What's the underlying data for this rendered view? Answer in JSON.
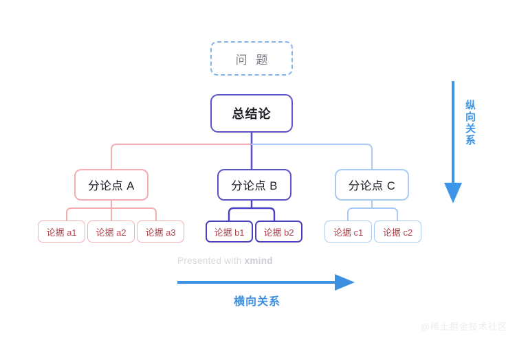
{
  "diagram": {
    "type": "mindmap-pyramid",
    "background": "#ffffff",
    "question": {
      "label": "问 题",
      "style": "dashed",
      "color": "#7FB3F0",
      "text_color": "#7b7f88"
    },
    "root": {
      "label": "总结论",
      "color": "#5B52C8"
    },
    "branches": [
      {
        "id": "a",
        "label": "分论点 A",
        "color": "#F3ACB2",
        "leaves": [
          {
            "label": "论据 a1"
          },
          {
            "label": "论据 a2"
          },
          {
            "label": "论据 a3"
          }
        ]
      },
      {
        "id": "b",
        "label": "分论点 B",
        "color": "#5B52C8",
        "leaves": [
          {
            "label": "论据 b1"
          },
          {
            "label": "论据 b2"
          }
        ]
      },
      {
        "id": "c",
        "label": "分论点 C",
        "color": "#A9CBF3",
        "leaves": [
          {
            "label": "论据 c1"
          },
          {
            "label": "论据 c2"
          }
        ]
      }
    ]
  },
  "annotations": {
    "vertical_arrow_label": "纵向关系",
    "vertical_arrow_color": "#3d95e8",
    "horizontal_arrow_label": "横向关系",
    "horizontal_arrow_color": "#3d8fe0"
  },
  "watermarks": {
    "xmind_prefix": "Presented with ",
    "xmind_brand": "xmind",
    "corner": "@稀土掘金技术社区"
  }
}
